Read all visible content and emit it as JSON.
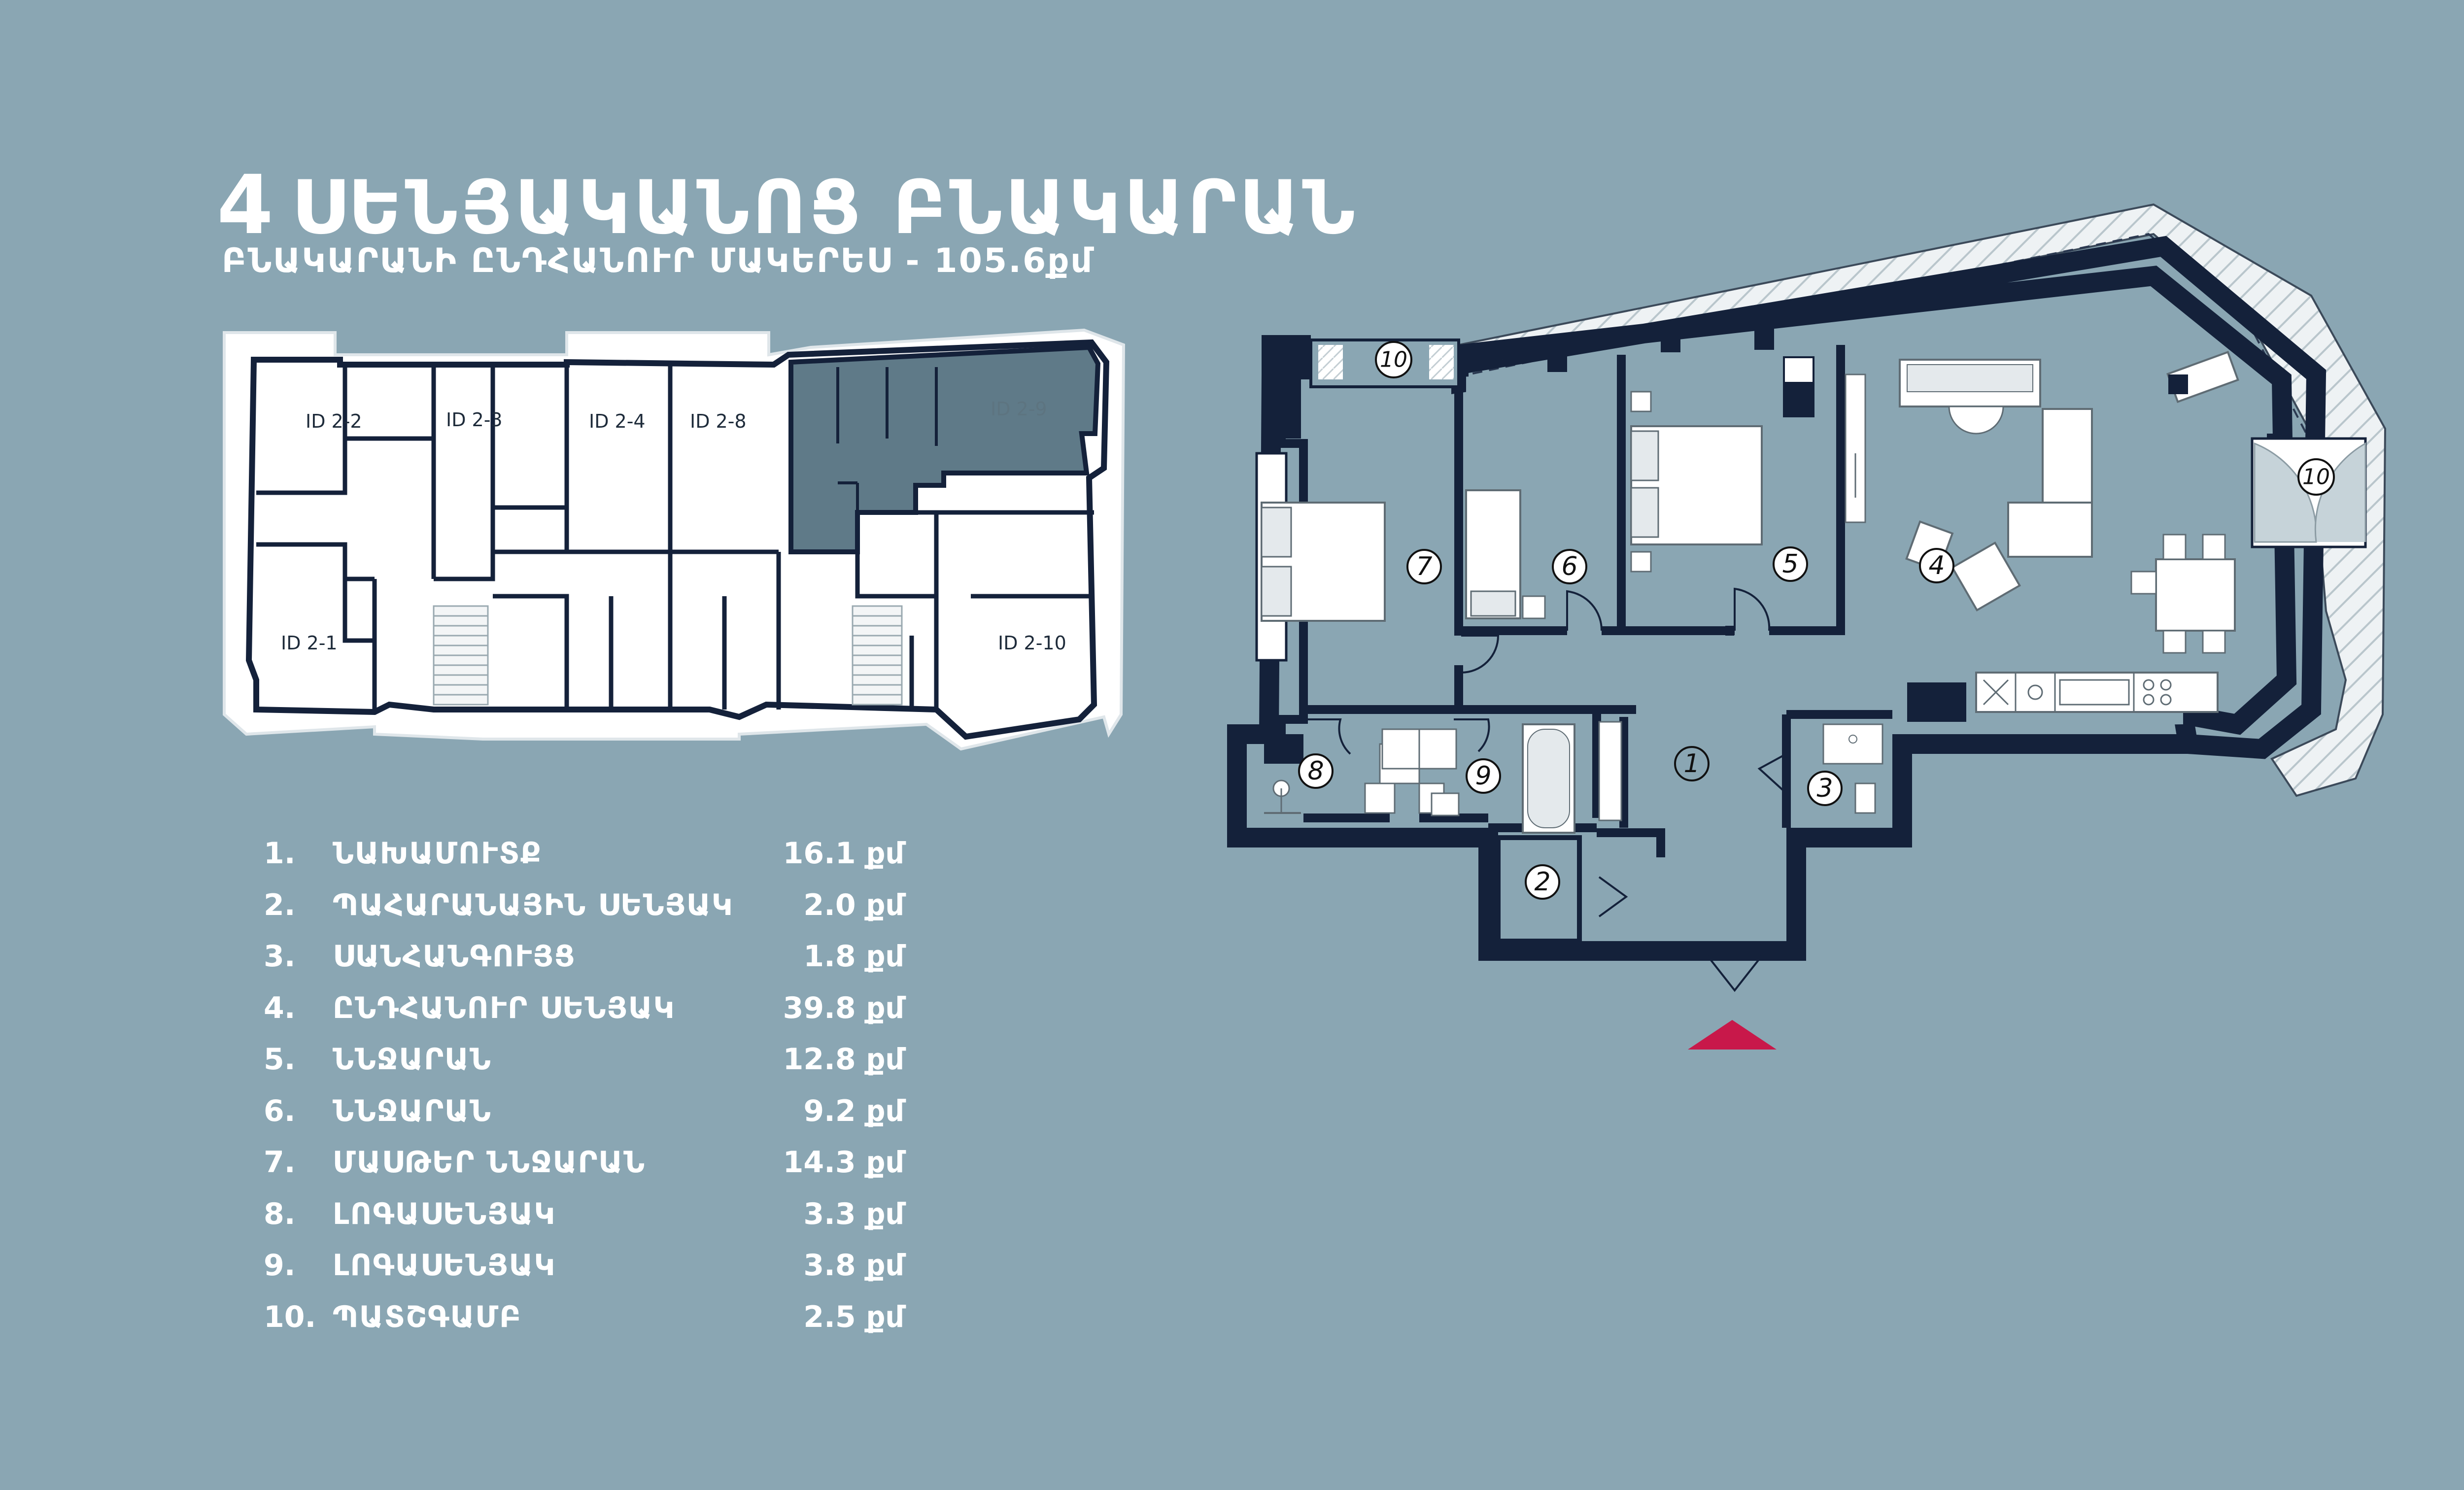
{
  "heading": {
    "number": "4",
    "title": "ՍԵՆՅԱԿԱՆՈՑ  ԲՆԱԿԱՐԱՆ",
    "subtitle": "ԲՆԱԿԱՐԱՆԻ ԸՆԴՀԱՆՈՒՐ ՄԱԿԵՐԵՍ - 105.6քմ"
  },
  "overview_units": [
    {
      "id": "ID 2-2",
      "highlighted": false
    },
    {
      "id": "ID 2-3",
      "highlighted": false
    },
    {
      "id": "ID 2-4",
      "highlighted": false
    },
    {
      "id": "ID 2-8",
      "highlighted": false
    },
    {
      "id": "ID 2-9",
      "highlighted": true
    },
    {
      "id": "ID 2-1",
      "highlighted": false
    },
    {
      "id": "ID 2-10",
      "highlighted": false
    }
  ],
  "rooms": [
    {
      "num": "1.",
      "marker": "1",
      "name": "ՆԱԽԱՄՈՒՏՔ",
      "area": "16.1 քմ"
    },
    {
      "num": "2.",
      "marker": "2",
      "name": "ՊԱՀԱՐԱՆԱՅԻՆ ՍԵՆՅԱԿ",
      "area": "2.0 քմ"
    },
    {
      "num": "3.",
      "marker": "3",
      "name": "ՍԱՆՀԱՆԳՈՒՅՑ",
      "area": "1.8 քմ"
    },
    {
      "num": "4.",
      "marker": "4",
      "name": "ԸՆԴՀԱՆՈՒՐ ՍԵՆՅԱԿ",
      "area": "39.8 քմ"
    },
    {
      "num": "5.",
      "marker": "5",
      "name": "ՆՆՋԱՐԱՆ",
      "area": "12.8 քմ"
    },
    {
      "num": "6.",
      "marker": "6",
      "name": "ՆՆՋԱՐԱՆ",
      "area": "9.2 քմ"
    },
    {
      "num": "7.",
      "marker": "7",
      "name": "ՄԱՍԹԵՐ ՆՆՋԱՐԱՆ",
      "area": "14.3 քմ"
    },
    {
      "num": "8.",
      "marker": "8",
      "name": "ԼՈԳԱՍԵՆՅԱԿ",
      "area": "3.3 քմ"
    },
    {
      "num": "9.",
      "marker": "9",
      "name": "ԼՈԳԱՍԵՆՅԱԿ",
      "area": "3.8 քմ"
    },
    {
      "num": "10.",
      "marker": "10",
      "name": "ՊԱՏՇԳԱՄԲ",
      "area": "2.5 քմ"
    }
  ],
  "colors": {
    "background": "#8aa6b3",
    "wall": "#14213a",
    "floor": "#8aa6b3",
    "plan_white": "#ffffff",
    "highlight_unit": "#5f7a88",
    "entrance_arrow": "#c8184a"
  },
  "icons": {
    "entrance": "entrance-arrow-icon",
    "room_marker": "circle-marker-icon"
  }
}
